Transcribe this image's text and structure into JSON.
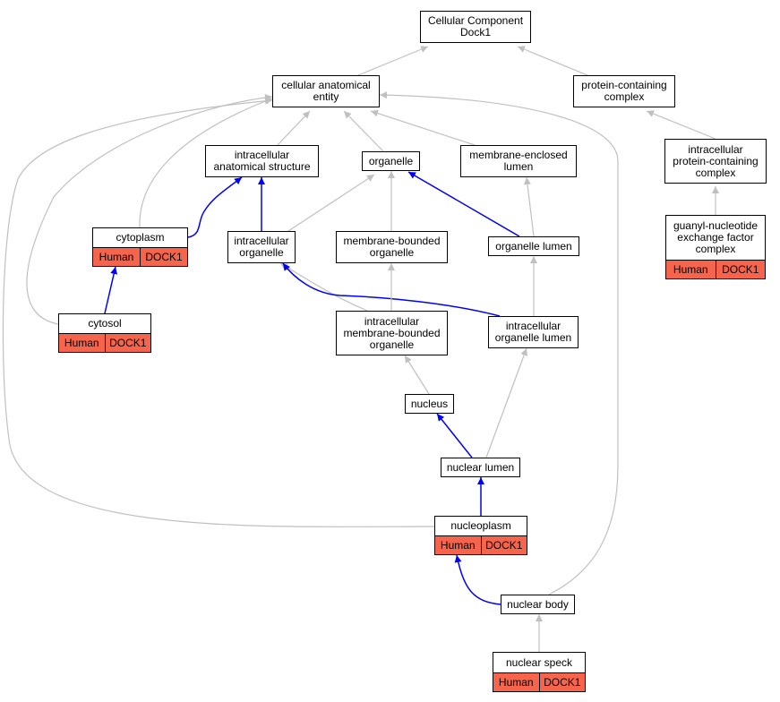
{
  "colors": {
    "annotated": "#f5644b",
    "direct_edge": "#0000ff",
    "inferred_edge": "#c0c0c0"
  },
  "nodes": {
    "root": {
      "label": "Cellular Component\nDock1"
    },
    "cae": {
      "label": "cellular anatomical\nentity"
    },
    "pcc": {
      "label": "protein-containing\ncomplex"
    },
    "ias": {
      "label": "intracellular\nanatomical structure"
    },
    "organelle": {
      "label": "organelle"
    },
    "mel": {
      "label": "membrane-enclosed\nlumen"
    },
    "ipcc": {
      "label": "intracellular\nprotein-containing\ncomplex"
    },
    "gnef": {
      "label": "guanyl-nucleotide\nexchange factor\ncomplex",
      "species": "Human",
      "gene": "DOCK1"
    },
    "cytoplasm": {
      "label": "cytoplasm",
      "species": "Human",
      "gene": "DOCK1"
    },
    "io": {
      "label": "intracellular\norganelle"
    },
    "mbo": {
      "label": "membrane-bounded\norganelle"
    },
    "ol": {
      "label": "organelle lumen"
    },
    "cytosol": {
      "label": "cytosol",
      "species": "Human",
      "gene": "DOCK1"
    },
    "imbo": {
      "label": "intracellular\nmembrane-bounded\norganelle"
    },
    "iol": {
      "label": "intracellular\norganelle lumen"
    },
    "nucleus": {
      "label": "nucleus"
    },
    "nl": {
      "label": "nuclear lumen"
    },
    "np": {
      "label": "nucleoplasm",
      "species": "Human",
      "gene": "DOCK1"
    },
    "nb": {
      "label": "nuclear body"
    },
    "ns": {
      "label": "nuclear speck",
      "species": "Human",
      "gene": "DOCK1"
    }
  },
  "edges": [
    {
      "from": "cae",
      "to": "root",
      "kind": "inferred"
    },
    {
      "from": "pcc",
      "to": "root",
      "kind": "inferred"
    },
    {
      "from": "ias",
      "to": "cae",
      "kind": "inferred"
    },
    {
      "from": "organelle",
      "to": "cae",
      "kind": "inferred"
    },
    {
      "from": "mel",
      "to": "cae",
      "kind": "inferred"
    },
    {
      "from": "cytoplasm",
      "to": "cae",
      "kind": "inferred"
    },
    {
      "from": "cytosol",
      "to": "cae",
      "kind": "inferred"
    },
    {
      "from": "np",
      "to": "cae",
      "kind": "inferred"
    },
    {
      "from": "nb",
      "to": "cae",
      "kind": "inferred"
    },
    {
      "from": "ipcc",
      "to": "pcc",
      "kind": "inferred"
    },
    {
      "from": "gnef",
      "to": "ipcc",
      "kind": "inferred"
    },
    {
      "from": "cytoplasm",
      "to": "ias",
      "kind": "direct"
    },
    {
      "from": "io",
      "to": "ias",
      "kind": "direct"
    },
    {
      "from": "cytosol",
      "to": "cytoplasm",
      "kind": "direct"
    },
    {
      "from": "io",
      "to": "organelle",
      "kind": "inferred"
    },
    {
      "from": "mbo",
      "to": "organelle",
      "kind": "inferred"
    },
    {
      "from": "ol",
      "to": "organelle",
      "kind": "direct"
    },
    {
      "from": "ol",
      "to": "mel",
      "kind": "inferred"
    },
    {
      "from": "imbo",
      "to": "io",
      "kind": "inferred"
    },
    {
      "from": "iol",
      "to": "io",
      "kind": "direct"
    },
    {
      "from": "imbo",
      "to": "mbo",
      "kind": "inferred"
    },
    {
      "from": "iol",
      "to": "ol",
      "kind": "inferred"
    },
    {
      "from": "nucleus",
      "to": "imbo",
      "kind": "inferred"
    },
    {
      "from": "nl",
      "to": "iol",
      "kind": "inferred"
    },
    {
      "from": "nl",
      "to": "nucleus",
      "kind": "direct"
    },
    {
      "from": "np",
      "to": "nl",
      "kind": "direct"
    },
    {
      "from": "nb",
      "to": "np",
      "kind": "direct"
    },
    {
      "from": "ns",
      "to": "nb",
      "kind": "inferred"
    }
  ]
}
